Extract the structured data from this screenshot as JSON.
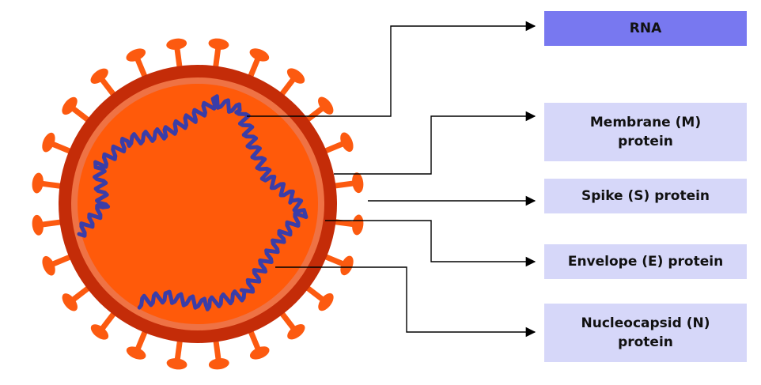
{
  "colors": {
    "background": "#ffffff",
    "capsid_outer": "#c42c08",
    "capsid_inner": "#ff5a0a",
    "inner_ring": "#ef7244",
    "spike": "#fc5a10",
    "rna_strand": "#3a3da8",
    "rna_box": "#7878f0",
    "protein_box": "#d6d7f9",
    "connector": "#000000"
  },
  "labels": [
    {
      "id": "rna",
      "lines": [
        "RNA"
      ]
    },
    {
      "id": "membrane",
      "lines": [
        "Membrane (M)",
        "protein"
      ]
    },
    {
      "id": "spike",
      "lines": [
        "Spike (S) protein"
      ]
    },
    {
      "id": "envelope",
      "lines": [
        "Envelope (E) protein"
      ]
    },
    {
      "id": "nucleocapsid",
      "lines": [
        "Nucleocapsid (N)",
        "protein"
      ]
    }
  ]
}
